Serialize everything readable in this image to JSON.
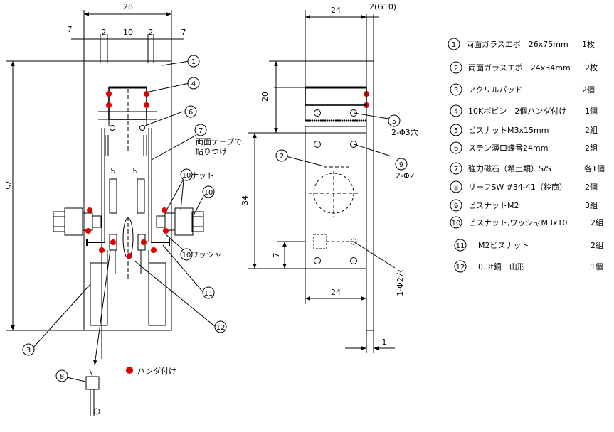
{
  "dims": {
    "d28": "28",
    "d7a": "7",
    "d2a": "2",
    "d10": "10",
    "d2b": "2",
    "d7b": "7",
    "d75": "75",
    "d24top": "24",
    "d2g10": "2(G10)",
    "d20": "20",
    "d34": "34",
    "d7side": "7",
    "d24bottom": "24",
    "d1": "1"
  },
  "labels": {
    "tape": [
      "両面テープで",
      "貼りつけ"
    ],
    "s_left": "S",
    "s_right": "S",
    "nut": "ナット",
    "washer": "ワッシャ",
    "hole3": "2-Φ3穴",
    "hole2": "2-Φ2",
    "hole_small": "1-Φ2穴",
    "solder_legend": "ハンダ付け"
  },
  "markers": [
    "1",
    "2",
    "3",
    "4",
    "5",
    "6",
    "7",
    "8",
    "9",
    "10",
    "11",
    "12"
  ],
  "parts": [
    {
      "num": "1",
      "name": "両面ガラスエポ　26x75mm",
      "qty": "1枚"
    },
    {
      "num": "2",
      "name": "両面ガラスエポ　24x34mm",
      "qty": "2枚"
    },
    {
      "num": "3",
      "name": "アクリルパッド",
      "qty": "2個"
    },
    {
      "num": "4",
      "name": "10Kボビン　2個ハンダ付け",
      "qty": "1個"
    },
    {
      "num": "5",
      "name": "ビスナットM3x15mm",
      "qty": "2組"
    },
    {
      "num": "6",
      "name": "ステン薄口蝶番24mm",
      "qty": "2組"
    },
    {
      "num": "7",
      "name": "強力磁石（希土類）S/S",
      "qty": "各1個"
    },
    {
      "num": "8",
      "name": "リーフSW #34-41（鈴商）",
      "qty": "2個"
    },
    {
      "num": "9",
      "name": "ビスナットM2",
      "qty": "3組"
    },
    {
      "num": "10",
      "name": "ビスナット,ワッシャM3x10",
      "qty": "2組"
    },
    {
      "num": "11",
      "name": "M2ビスナット",
      "qty": "2組"
    },
    {
      "num": "12",
      "name": "0.3t銅　山形",
      "qty": "1個"
    }
  ],
  "colors": {
    "line": "#000000",
    "solder": "#e00000",
    "background": "#ffffff"
  }
}
